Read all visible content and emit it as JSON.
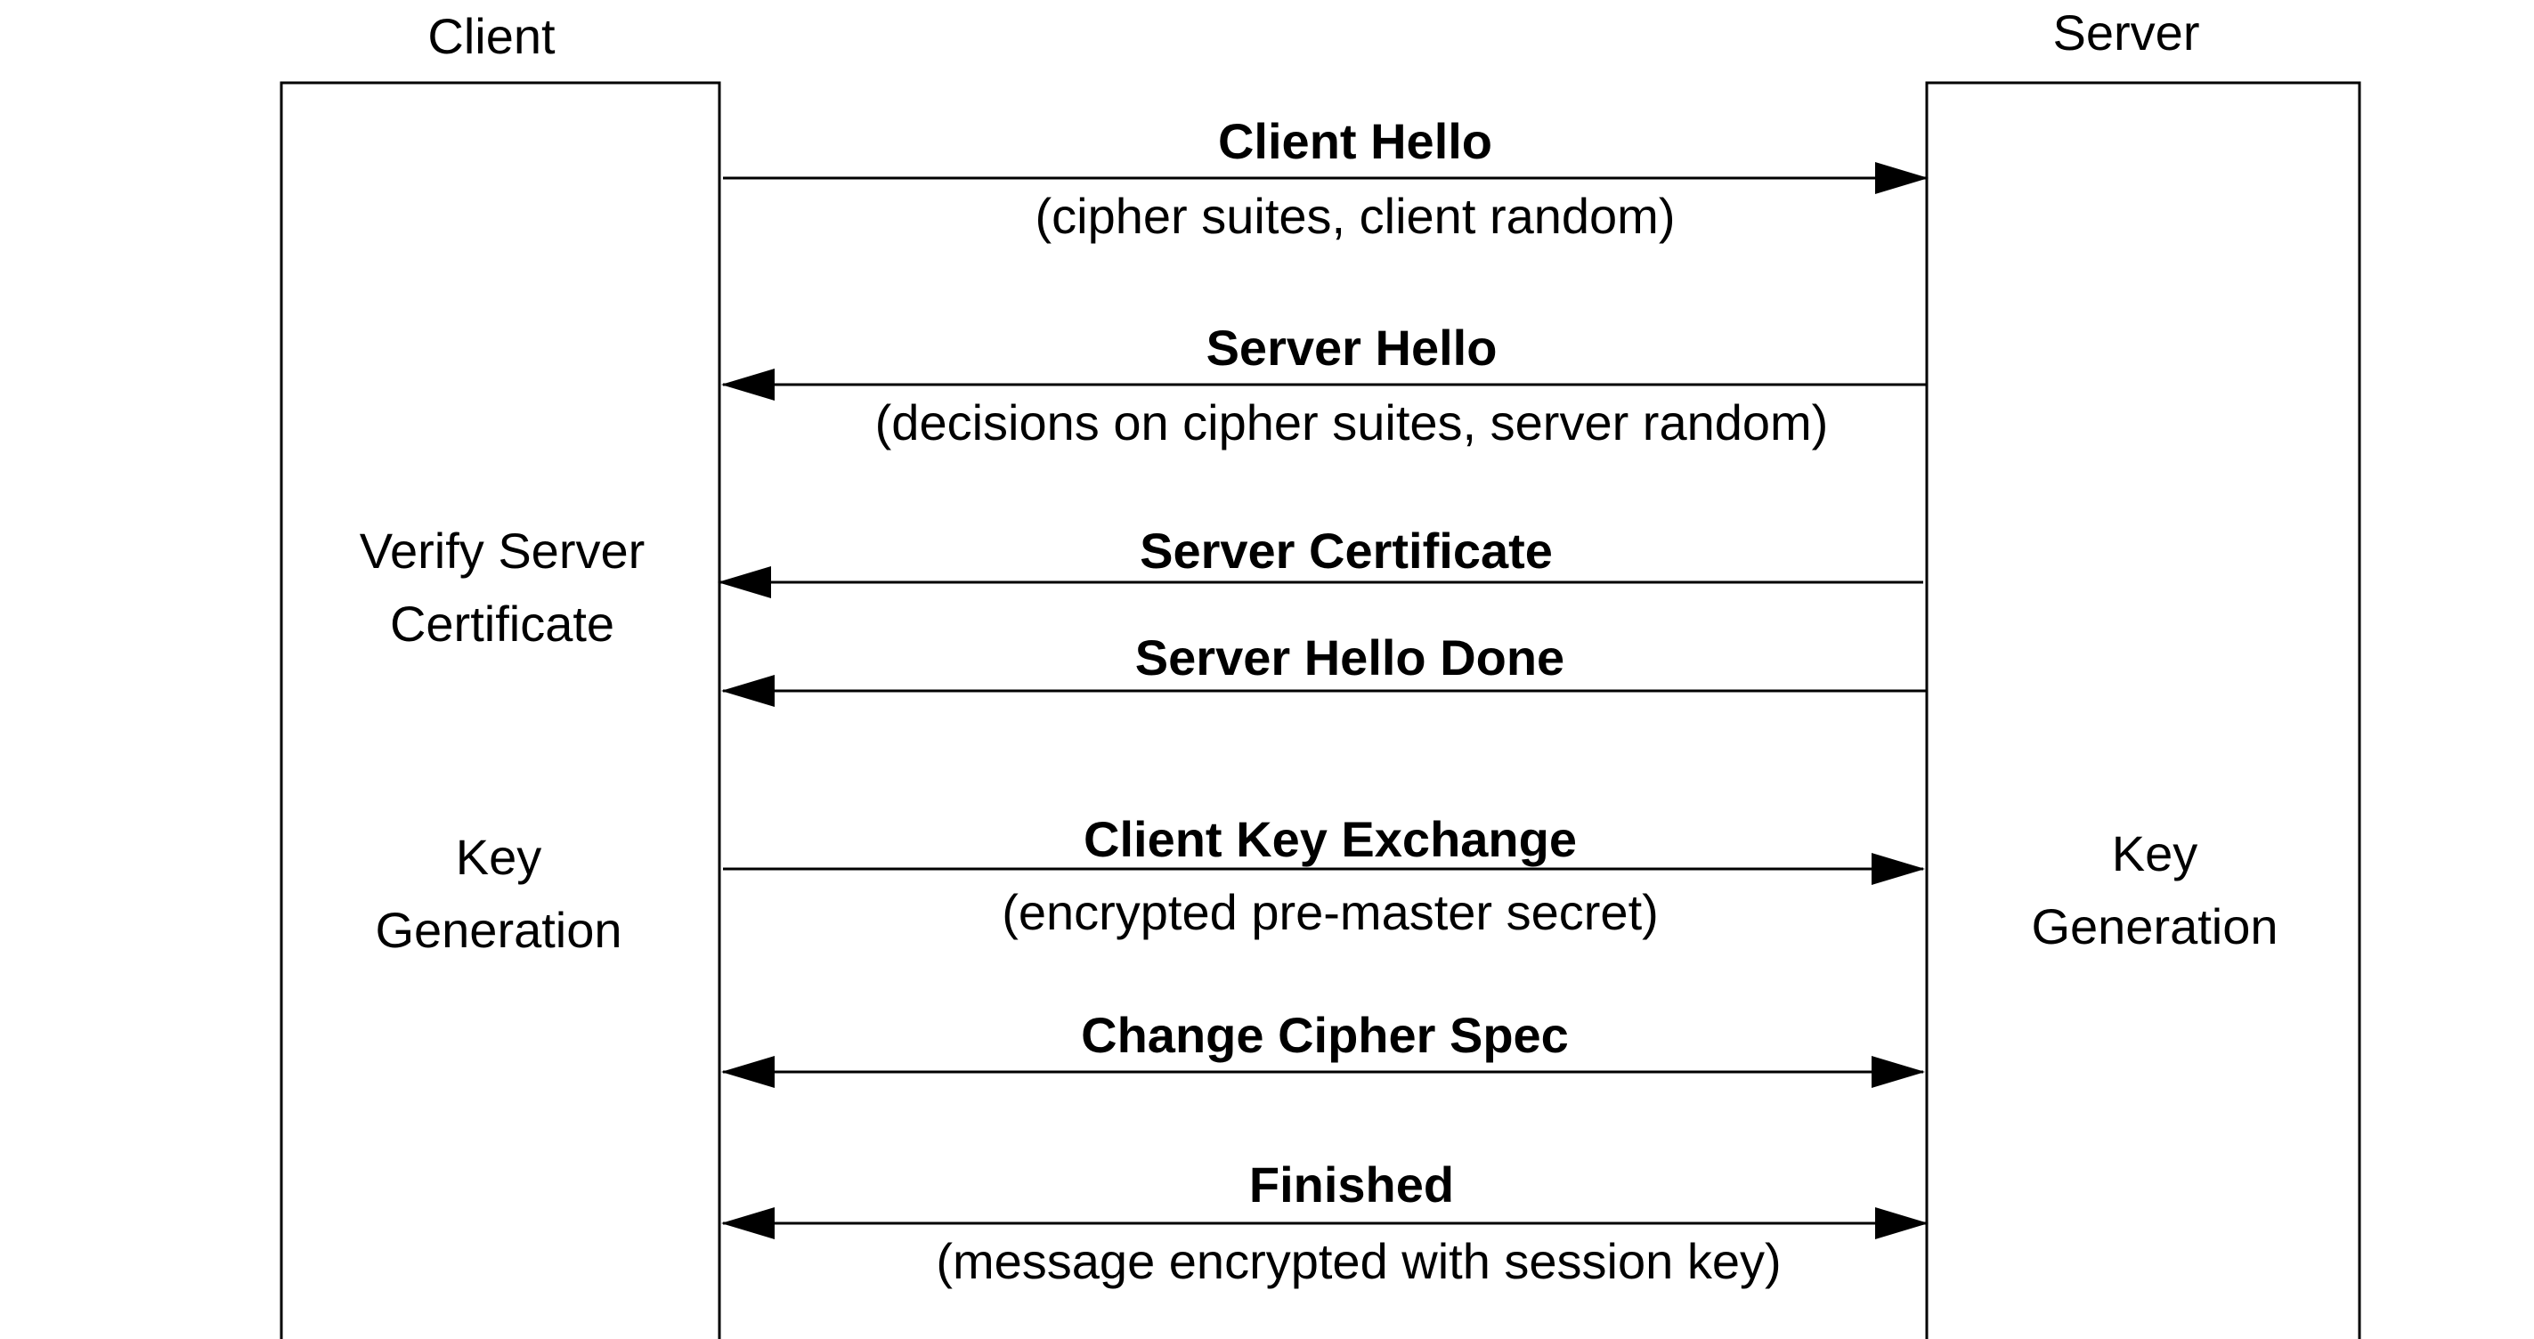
{
  "headers": {
    "client": "Client",
    "server": "Server"
  },
  "client_box": {
    "verify_line1": "Verify Server",
    "verify_line2": "Certificate",
    "keygen_line1": "Key",
    "keygen_line2": "Generation"
  },
  "server_box": {
    "keygen_line1": "Key",
    "keygen_line2": "Generation"
  },
  "messages": [
    {
      "title": "Client Hello",
      "subtitle": "(cipher suites, client random)",
      "direction": "client-to-server"
    },
    {
      "title": "Server Hello",
      "subtitle": "(decisions on cipher suites, server random)",
      "direction": "server-to-client"
    },
    {
      "title": "Server Certificate",
      "subtitle": "",
      "direction": "server-to-client"
    },
    {
      "title": "Server Hello Done",
      "subtitle": "",
      "direction": "server-to-client"
    },
    {
      "title": "Client Key Exchange",
      "subtitle": "(encrypted pre-master secret)",
      "direction": "client-to-server"
    },
    {
      "title": "Change Cipher Spec",
      "subtitle": "",
      "direction": "both"
    },
    {
      "title": "Finished",
      "subtitle": "(message encrypted with session key)",
      "direction": "both"
    }
  ],
  "colors": {
    "line": "#000000",
    "background": "#ffffff"
  }
}
